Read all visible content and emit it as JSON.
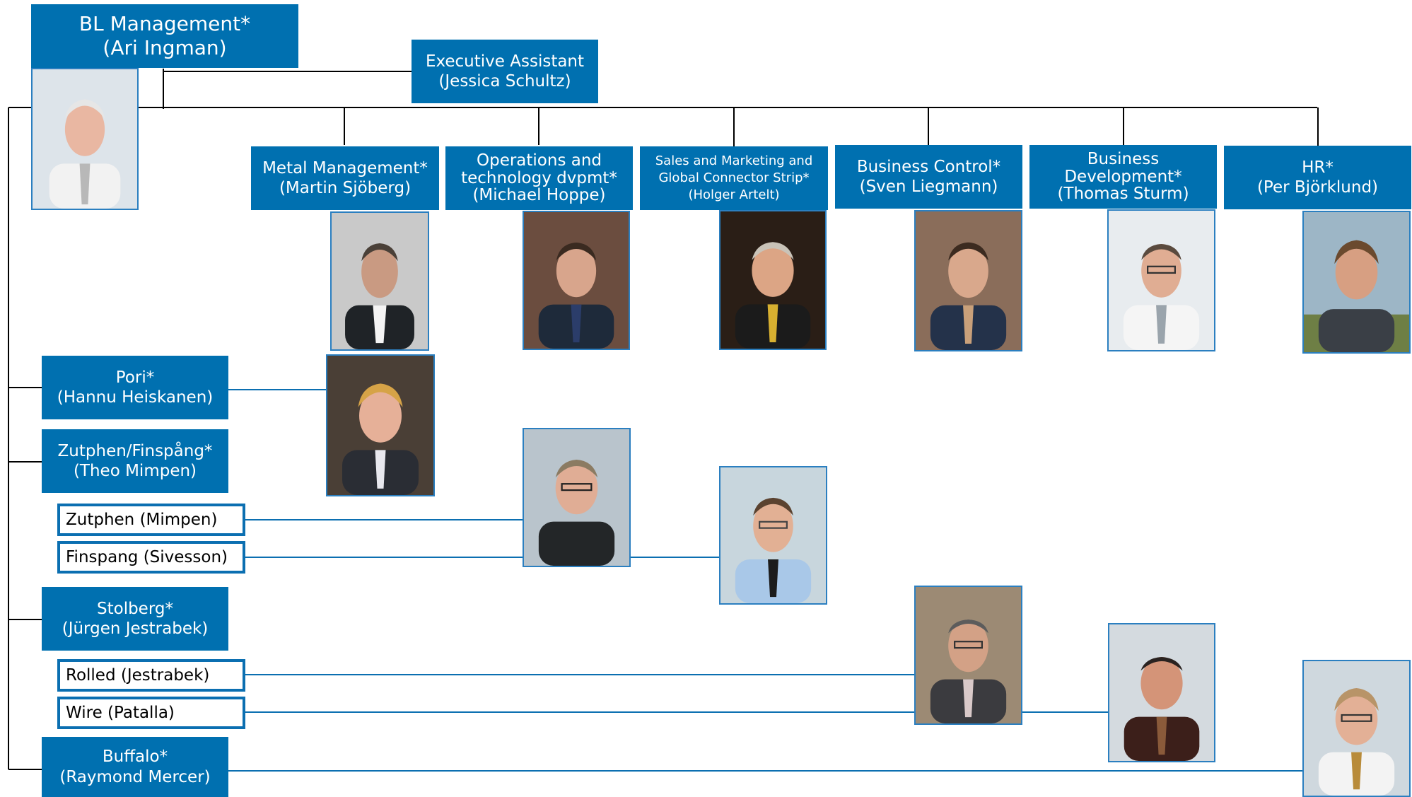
{
  "top": {
    "title": "BL Management*",
    "name": "(Ari Ingman)"
  },
  "assistant": {
    "title": "Executive Assistant",
    "name": "(Jessica Schultz)"
  },
  "functions": [
    {
      "lines": [
        "Metal Management*",
        "(Martin Sjöberg)"
      ]
    },
    {
      "lines": [
        "Operations and",
        "technology dvpmt*",
        "(Michael Hoppe)"
      ]
    },
    {
      "lines": [
        "Sales and Marketing and",
        "Global Connector Strip*",
        "(Holger Artelt)"
      ]
    },
    {
      "lines": [
        "Business Control*",
        "(Sven Liegmann)"
      ]
    },
    {
      "lines": [
        "Business",
        "Development*",
        "(Thomas Sturm)"
      ]
    },
    {
      "lines": [
        "HR*",
        "(Per Björklund)"
      ]
    }
  ],
  "units": [
    {
      "lines": [
        "Pori*",
        "(Hannu Heiskanen)"
      ]
    },
    {
      "lines": [
        "Zutphen/Finspång*",
        "(Theo Mimpen)"
      ]
    },
    {
      "lines": [
        "Stolberg*",
        "(Jürgen Jestrabek)"
      ]
    },
    {
      "lines": [
        "Buffalo*",
        "(Raymond Mercer)"
      ]
    }
  ],
  "subunits": [
    {
      "label": "Zutphen (Mimpen)"
    },
    {
      "label": "Finspang (Sivesson)"
    },
    {
      "label": "Rolled (Jestrabek)"
    },
    {
      "label": "Wire (Patalla)"
    }
  ],
  "colors": {
    "box_fill": "#0070b0",
    "box_text": "#ffffff",
    "connector_black": "#000000",
    "connector_blue": "#0b6fb1"
  }
}
